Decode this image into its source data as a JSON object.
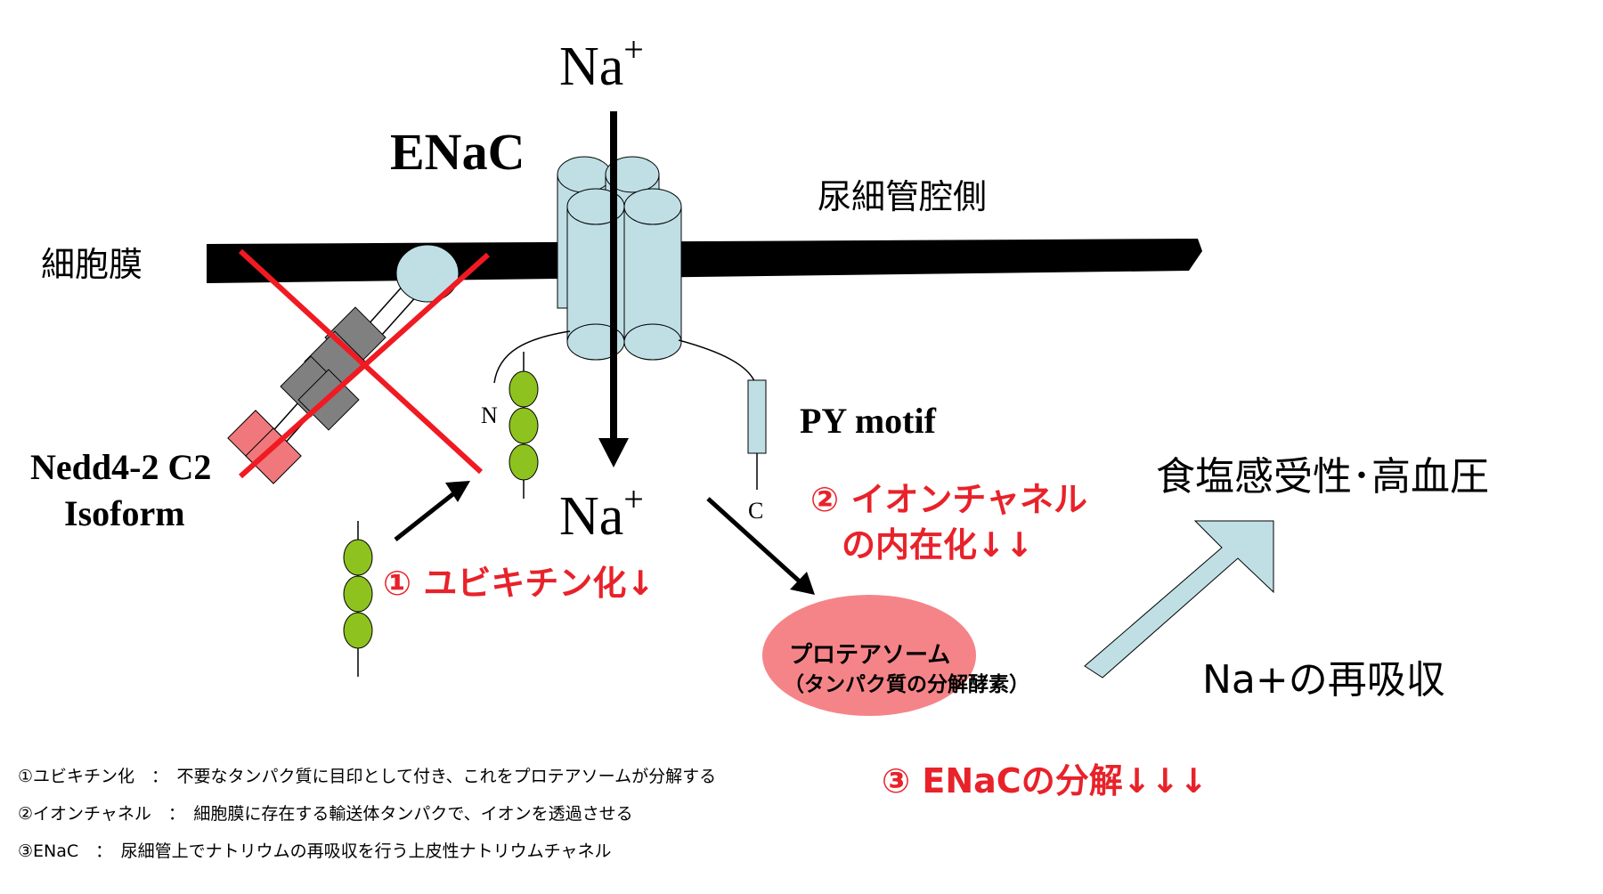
{
  "colors": {
    "membrane": "#000000",
    "channel": "#bfdfe5",
    "ubiquitin": "#8ec21f",
    "nedd_domain": "#808080",
    "nedd_c2": "#f0787d",
    "cross": "#f01a22",
    "red_text": "#e8222a",
    "proteasome": "#f58488",
    "big_arrow": "#bfdfe5"
  },
  "labels": {
    "na_top": "Na",
    "na_top_sup": "+",
    "enac": "ENaC",
    "lumen": "尿細管腔側",
    "membrane": "細胞膜",
    "n_term": "N",
    "c_term": "C",
    "py_motif": "PY motif",
    "na_bottom": "Na",
    "na_bottom_sup": "+",
    "nedd_line1": "Nedd4-2 C2",
    "nedd_line2": "Isoform",
    "step1": "① ユビキチン化↓",
    "step2_line1": "② イオンチャネル",
    "step2_line2": "の内在化↓↓",
    "proteasome_line1": "プロテアソーム",
    "proteasome_line2": "（タンパク質の分解酵素）",
    "step3": "③ ENaCの分解↓↓↓",
    "result": "食塩感受性･高血圧",
    "reabsorption": "Na+の再吸収"
  },
  "notes": [
    "①ユビキチン化　：　不要なタンパク質に目印として付き、これをプロテアソームが分解する",
    "②イオンチャネル　：　細胞膜に存在する輸送体タンパクで、イオンを透過させる",
    "③ENaC　：　尿細管上でナトリウムの再吸収を行う上皮性ナトリウムチャネル"
  ],
  "icons": {
    "arrow_down": "down-arrow-icon",
    "arrow_diag": "diagonal-arrow-icon",
    "cross": "cross-mark-icon",
    "big_arrow": "block-arrow-icon"
  }
}
